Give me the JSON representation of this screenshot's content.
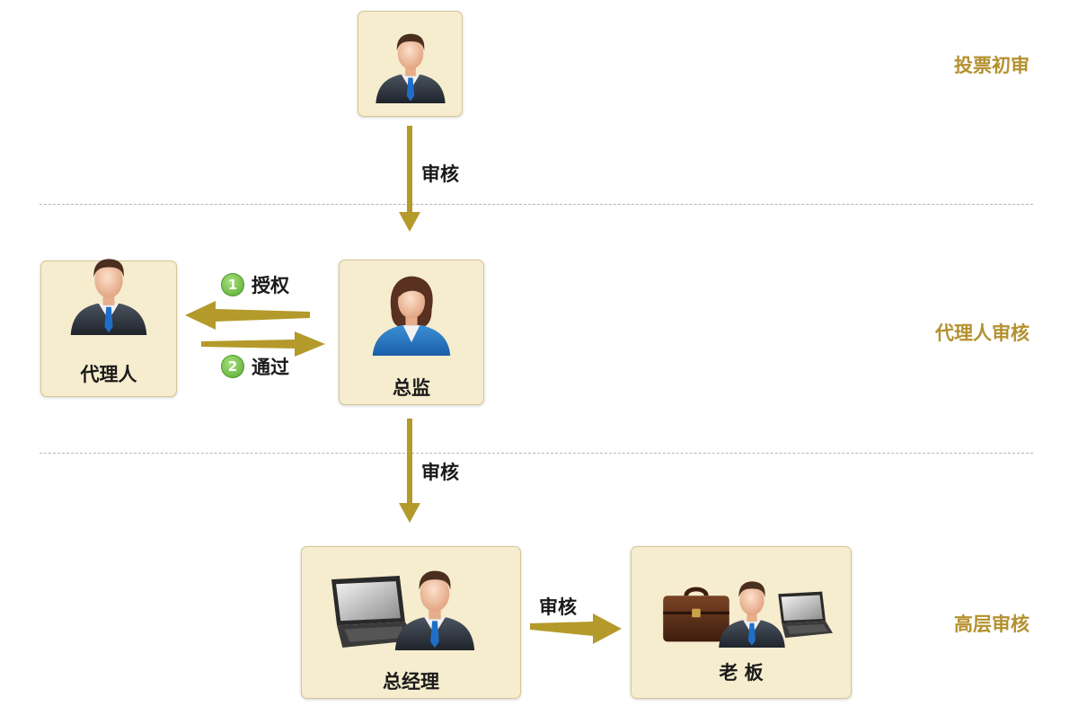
{
  "sections": {
    "initial_review": "投票初审",
    "agent_review": "代理人审核",
    "senior_review": "高层审核"
  },
  "nodes": {
    "agent": "代理人",
    "director": "总监",
    "general_manager": "总经理",
    "boss": "老 板"
  },
  "edges": {
    "review_1": "审核",
    "review_2": "审核",
    "review_3": "审核",
    "authorize_num": "1",
    "authorize": "授权",
    "pass_num": "2",
    "pass": "通过"
  },
  "colors": {
    "arrow": "#b49a2b",
    "box_fill": "#f6ecce",
    "section_text": "#b4912f"
  }
}
